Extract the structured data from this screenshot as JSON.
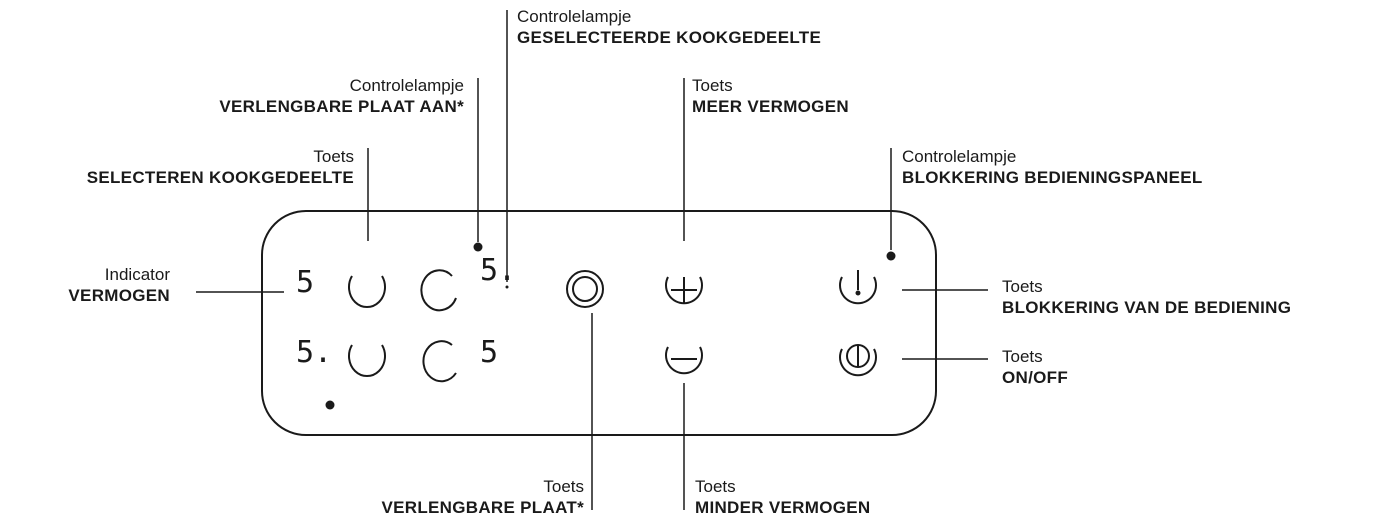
{
  "labels": {
    "selected_zone_light": {
      "line1": "Controlelampje",
      "line2": "GESELECTEERDE KOOKGEDEELTE"
    },
    "extendable_on_light": {
      "line1": "Controlelampje",
      "line2": "VERLENGBARE PLAAT AAN*"
    },
    "more_power": {
      "line1": "Toets",
      "line2": "MEER VERMOGEN"
    },
    "select_zone": {
      "line1": "Toets",
      "line2": "SELECTEREN KOOKGEDEELTE"
    },
    "panel_lock_light": {
      "line1": "Controlelampje",
      "line2": "BLOKKERING BEDIENINGSPANEEL"
    },
    "power_indicator": {
      "line1": "Indicator",
      "line2": "VERMOGEN"
    },
    "lock_key": {
      "line1": "Toets",
      "line2": "BLOKKERING VAN DE BEDIENING"
    },
    "onoff_key": {
      "line1": "Toets",
      "line2": "ON/OFF"
    },
    "extendable_key": {
      "line1": "Toets",
      "line2": "VERLENGBARE PLAAT*"
    },
    "less_power": {
      "line1": "Toets",
      "line2": "MINDER VERMOGEN"
    }
  },
  "display": {
    "top_left": "5",
    "top_right": "5.",
    "bottom_left": "5.",
    "bottom_right": "5"
  },
  "icons": [
    "zone-key-icon",
    "extendable-zone-icon",
    "plus-icon",
    "minus-icon",
    "lock-icon",
    "power-icon"
  ]
}
